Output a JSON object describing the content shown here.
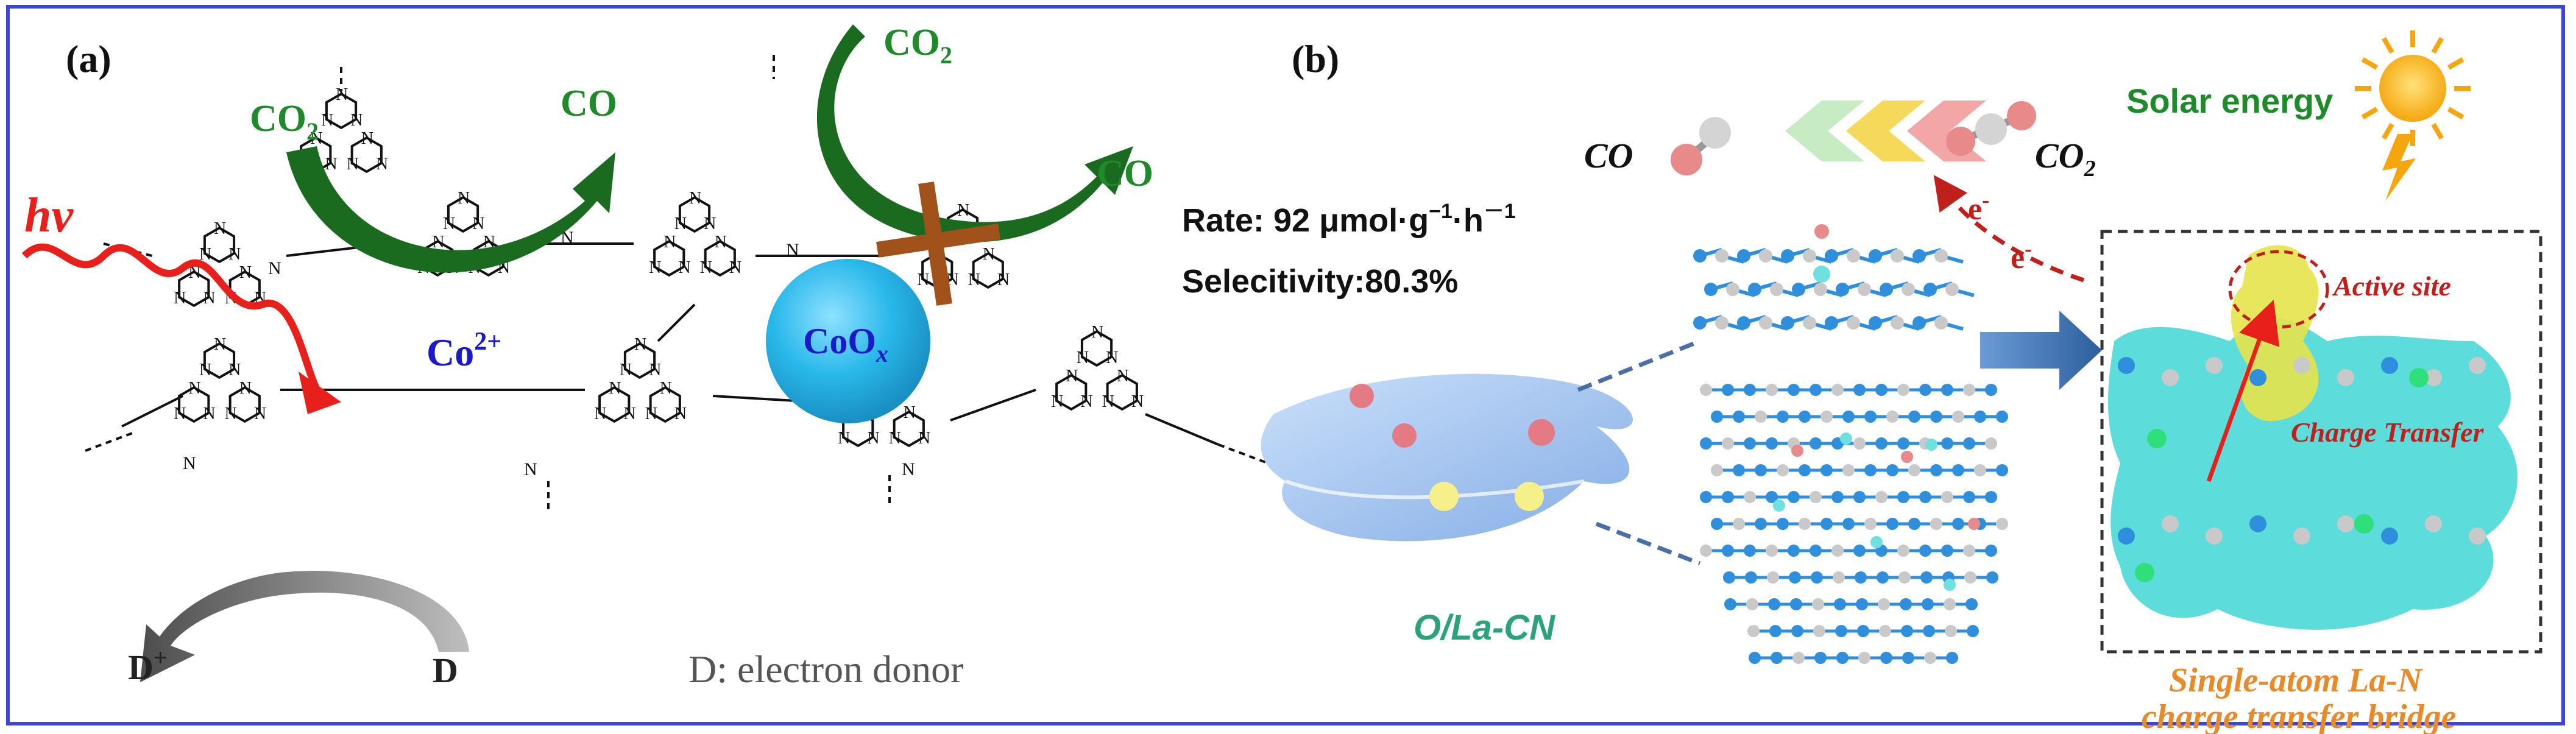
{
  "panel_a": {
    "label": "(a)",
    "hv": "hv",
    "co2_left": "CO",
    "co2_left_sub": "2",
    "co_left": "CO",
    "co2_right": "CO",
    "co2_right_sub": "2",
    "co_right": "CO",
    "co_ion": "Co",
    "co_ion_sup": "2+",
    "coox": "CoO",
    "coox_sub": "x",
    "d_plus": "D",
    "d_plus_sup": "+",
    "d": "D",
    "donor_label": "D: electron donor"
  },
  "panel_b": {
    "label": "(b)",
    "co": "CO",
    "co2": "CO",
    "co2_sub": "2",
    "solar": "Solar energy",
    "rate": "Rate: 92 μmol·g",
    "rate_sup1": "−1",
    "rate_mid": "·h",
    "rate_sup2": "－1",
    "selectivity": "Selecitivity:80.3%",
    "electron1": "e",
    "electron1_sup": "-",
    "electron2": "e",
    "electron2_sup": "-",
    "active_site": "Active site",
    "charge_transfer": "Charge Transfer",
    "catalyst_name": "O/La-CN",
    "bridge_line1": "Single-atom La-N",
    "bridge_line2": "charge transfer bridge"
  },
  "colors": {
    "frame": "#3b46d9",
    "green_text": "#1f8a2a",
    "green_arrow": "#1a6b1f",
    "red": "#e8201c",
    "blue_text": "#1a1ac8",
    "coox_sphere": "#29b8ea",
    "cross": "#a0521a",
    "orange_text": "#e8892a",
    "teal_text": "#2aa37a",
    "dark_red": "#c0201c",
    "sheet": "#9fc3ef",
    "atom_blue": "#2f8fdc",
    "atom_gray": "#c9c9c9",
    "atom_pink": "#e98a8a",
    "iso_cyan": "#27d0d0",
    "iso_yellow": "#e6e34a"
  }
}
